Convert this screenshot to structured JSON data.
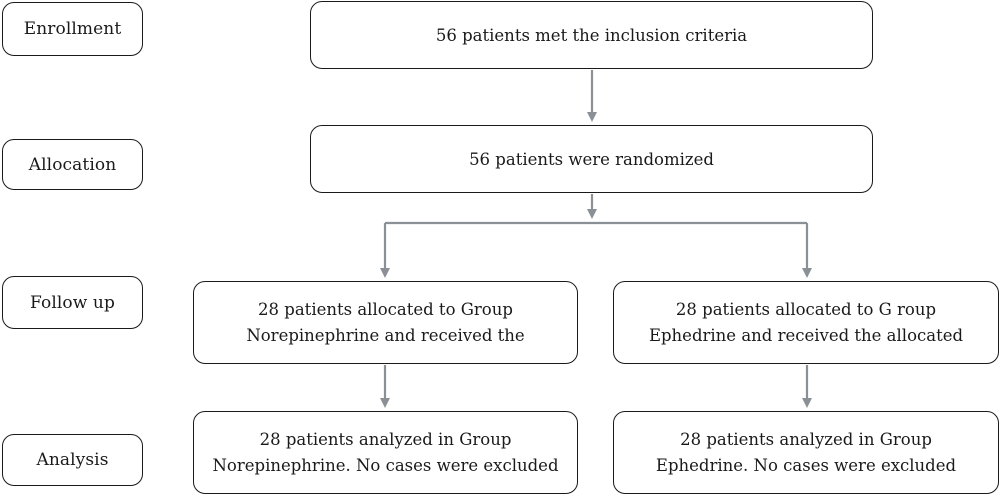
{
  "stages": {
    "enrollment": "Enrollment",
    "allocation": "Allocation",
    "follow_up": "Follow up",
    "analysis": "Analysis"
  },
  "boxes": {
    "inclusion": "56 patients met the inclusion criteria",
    "randomized": "56 patients were randomized",
    "allocated_norepinephrine": {
      "line1": "28 patients allocated to Group",
      "line2": "Norepinephrine and received the"
    },
    "allocated_ephedrine": {
      "line1": "28 patients allocated to G roup",
      "line2": "Ephedrine and received the allocated"
    },
    "analyzed_norepinephrine": {
      "line1": "28 patients analyzed in Group",
      "line2": "Norepinephrine. No cases were excluded"
    },
    "analyzed_ephedrine": {
      "line1": "28 patients analyzed in Group",
      "line2": "Ephedrine. No cases were excluded"
    }
  },
  "colors": {
    "box_border": "#1a1a1a",
    "connector": "#8a9095"
  }
}
